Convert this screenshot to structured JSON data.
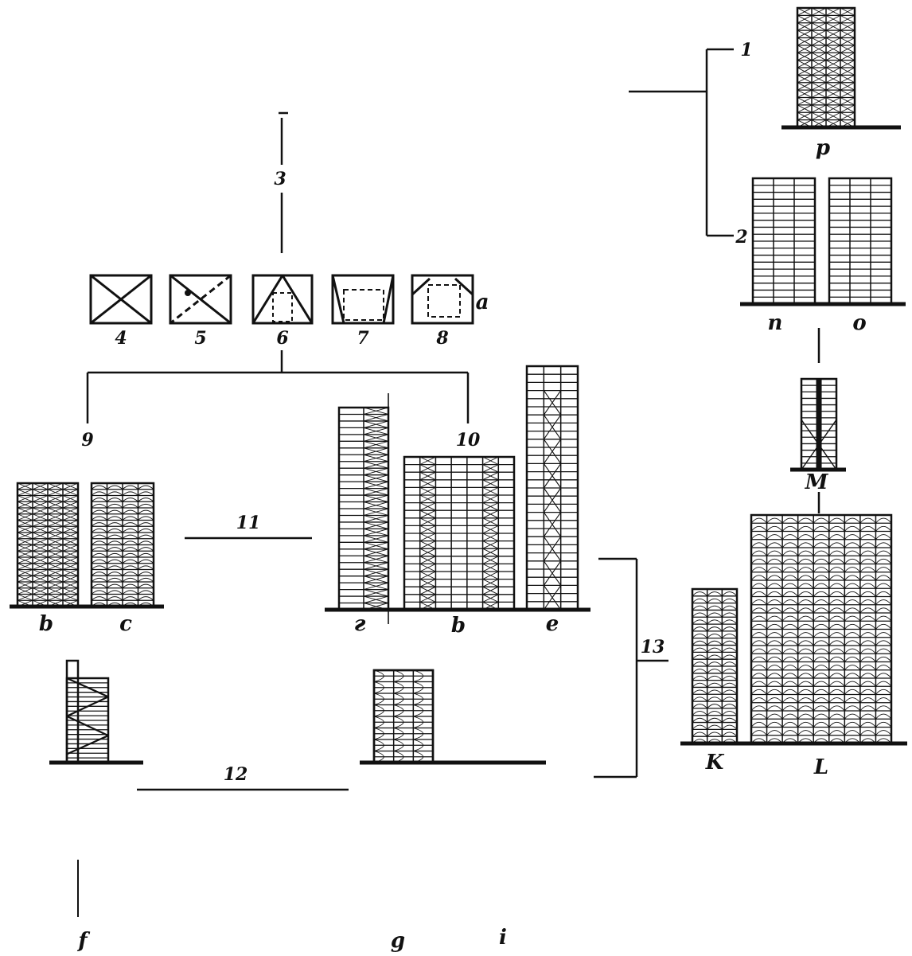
{
  "colors": {
    "ink": "#111111",
    "paper": "#ffffff"
  },
  "numbers": {
    "n1": "1",
    "n2": "2",
    "n3": "3",
    "n4": "4",
    "n5": "5",
    "n6": "6",
    "n7": "7",
    "n8": "8",
    "n9": "9",
    "n10": "10",
    "n11": "11",
    "n12": "12",
    "n13": "13"
  },
  "letters": {
    "a": "a",
    "b1": "b",
    "c": "c",
    "g": "г",
    "b2": "b",
    "e": "e",
    "f": "f",
    "gg": "g",
    "i": "i",
    "k": "K",
    "L": "L",
    "m": "M",
    "n": "n",
    "o": "o",
    "p": "p"
  }
}
